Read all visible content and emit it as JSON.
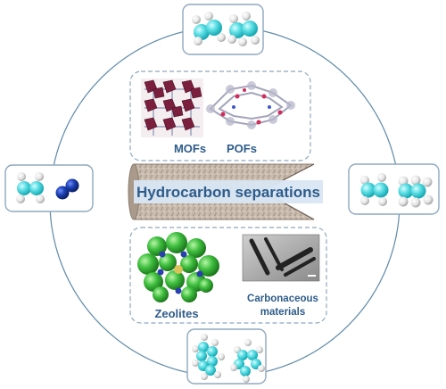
{
  "title": "Hydrocarbon separations",
  "materials": {
    "mofs": "MOFs",
    "pofs": "POFs",
    "zeolites": "Zeolites",
    "carbonaceous_line1": "Carbonaceous",
    "carbonaceous_line2": "materials"
  },
  "colors": {
    "label_blue": "#2e5c8a",
    "circle_outline": "#5f8aa8",
    "banner_fill": "#d9e6f3",
    "atom_cyan": "#5fe0e6",
    "atom_white": "#e8e8e8",
    "atom_dark_blue": "#1a3fb0",
    "zeolite_green": "#3fbf3f",
    "mof_maroon": "#7a1f3d"
  },
  "icons": {
    "top": "ethylene-ethane-molecules-icon",
    "left": "ethylene-nitrogen-molecules-icon",
    "right": "propylene-propane-molecules-icon",
    "bottom": "aromatic-molecules-icon"
  }
}
